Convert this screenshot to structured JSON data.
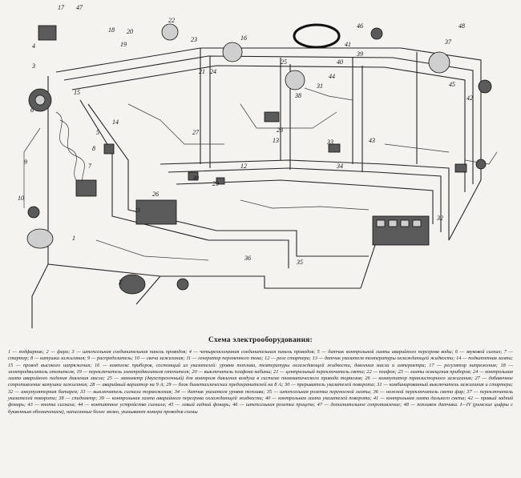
{
  "caption": {
    "title": "Схема электрооборудования:",
    "text": "1 — подфарник; 2 — фара; 3 — штепсельная соединительная панель проводов; 4 — четырехклеммная соединительная панель проводов; 5 — датчик контрольной лампы аварийного перегрева воды; 6 — звуковой сигнал; 7 — стартер; 8 — катушка зажигания; 9 — распределитель; 10 — свеча зажигания; 11 — генератор переменного тока; 12 — реле стартера; 13 — датчик указателя температуры охлаждающей жидкости; 14 — подкапотная лампа; 15 — провод высокого напряжения; 16 — комплекс приборов, состоящий из указателей: уровня топлива, температуры охлаждающей жидкости, давления масла и амперметра; 17 — регулятор напряжения; 18 — электродвигатель отопителя; 19 — переключатель электродвигателя отопителя; 20 — выключатель плафона кабины; 21 — центральный переключатель света; 22 — плафон; 23 — лампы освещения приборов; 24 — контрольная лампа аварийного падения давления масла; 25 — манометр (двухстрелочный) для контроля давления воздуха в системе пневматического привода тормозов; 26 — коммутатор транзисторного зажигания; 27 — добавочное сопротивление катушки зажигания; 28 — аварийный вариатор на 9 А; 29 — блок биметаллических предохранителей на 8 А; 30 — прерыватель указателей поворота; 31 — комбинированный выключатель зажигания и стартера; 32 — аккумуляторная батарея; 33 — выключатель сигнала торможения; 34 — датчик указателя уровня топлива; 35 — штепсельная розетка переносной лампы; 36 — ножной переключатель света фар; 37 — переключатель указателей поворота; 38 — спидометр; 39 — контрольная лампа аварийного перегрева охлаждающей жидкости; 40 — контрольная лампа указателей поворота; 41 — контрольная лампа дальнего света; 42 — правый задний фонарь; 43 — кнопка сигнала; 44 — контактное устройство сигнала; 45 — левый задний фонарь; 46 — штепсельная розетка прицепа; 47 — дополнительное сопротивление; 48 — поплавок датчика. I—IV (римские цифры с буквенным обозначением), написанные более мелко, указывают номера проводов схемы"
  },
  "labels": [
    "1",
    "2",
    "3",
    "4",
    "5",
    "6",
    "7",
    "8",
    "9",
    "10",
    "11",
    "12",
    "13",
    "14",
    "15",
    "16",
    "17",
    "18",
    "19",
    "20",
    "21",
    "22",
    "23",
    "24",
    "25",
    "26",
    "27",
    "28",
    "29",
    "30",
    "31",
    "32",
    "33",
    "34",
    "35",
    "36",
    "37",
    "38",
    "39",
    "40",
    "41",
    "42",
    "43",
    "44",
    "45",
    "46",
    "47",
    "48"
  ],
  "colors": {
    "ink": "#1a1a1a",
    "paper": "#f4f3ef"
  }
}
